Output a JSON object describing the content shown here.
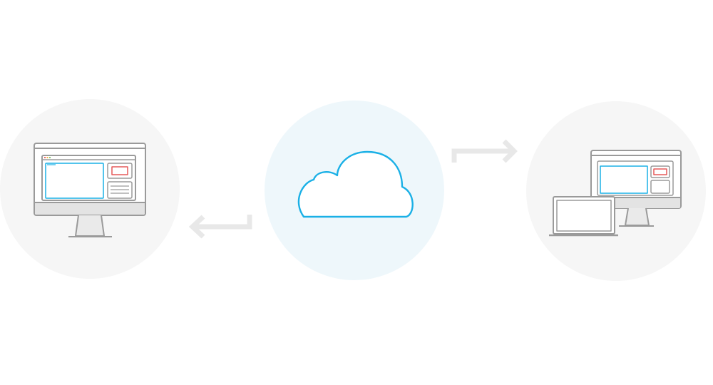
{
  "diagram": {
    "nodes": [
      {
        "id": "desktop",
        "icon": "desktop-monitor-icon"
      },
      {
        "id": "cloud",
        "icon": "cloud-icon"
      },
      {
        "id": "devices",
        "icon": "desktop-and-laptop-icon"
      }
    ],
    "edges": [
      {
        "from": "cloud",
        "to": "desktop",
        "icon": "arrow-left-icon"
      },
      {
        "from": "cloud",
        "to": "devices",
        "icon": "arrow-right-icon"
      }
    ],
    "colors": {
      "background": "#ffffff",
      "device_circle": "#f6f6f6",
      "cloud_circle": "#eef7fb",
      "outline_gray": "#9a9a9a",
      "accent_blue": "#1ab0e6",
      "accent_red": "#e65a5a",
      "arrow_gray": "#e8e8e8"
    }
  }
}
